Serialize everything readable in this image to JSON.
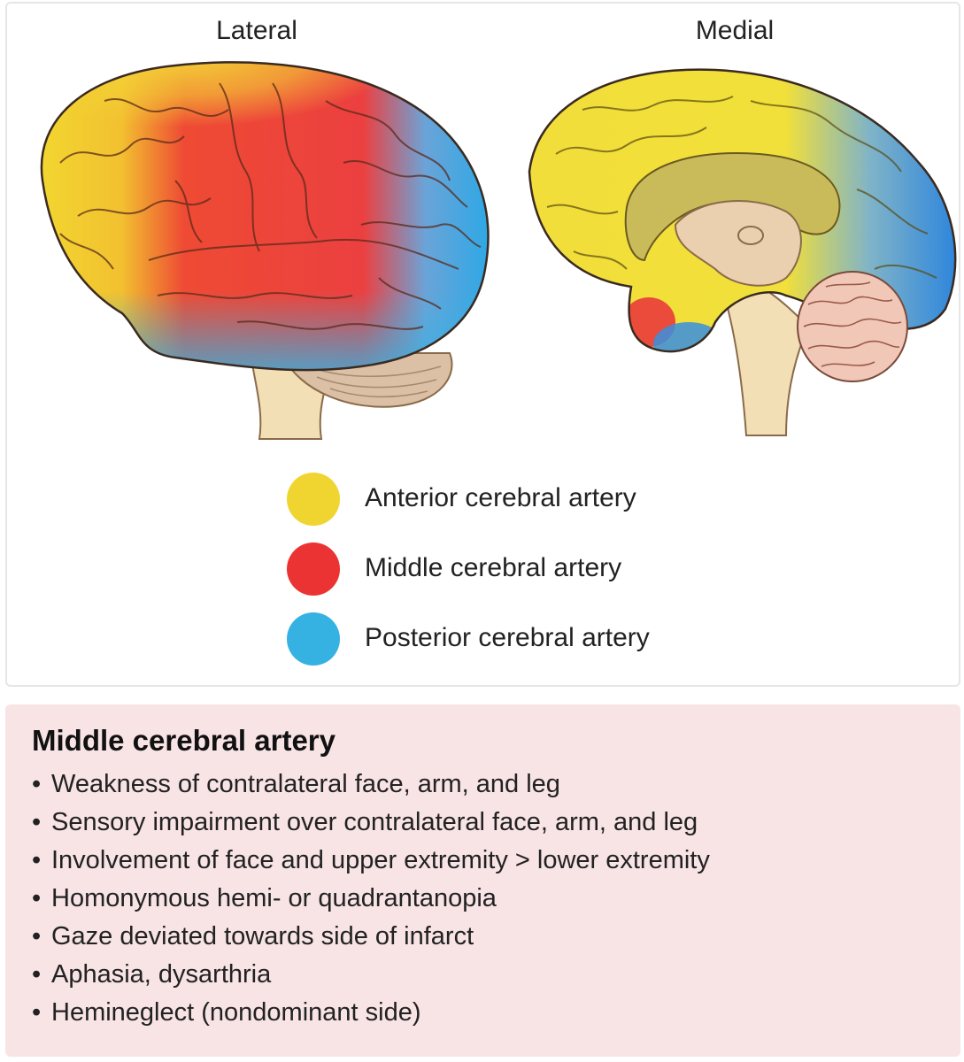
{
  "views": {
    "lateral_label": "Lateral",
    "medial_label": "Medial"
  },
  "colors": {
    "anterior": "#f0d530",
    "middle": "#eb3333",
    "posterior": "#35b2e2",
    "brainstem": "#f3dfb6",
    "cerebellum": "#dbc0a5",
    "outline": "#3a2a20",
    "info_bg": "#f8e3e5"
  },
  "legend": {
    "items": [
      {
        "label": "Anterior cerebral artery",
        "color": "#f0d530"
      },
      {
        "label": "Middle cerebral artery",
        "color": "#eb3333"
      },
      {
        "label": "Posterior cerebral artery",
        "color": "#35b2e2"
      }
    ]
  },
  "info": {
    "title": "Middle cerebral artery",
    "bullet_glyph": "•",
    "items": [
      "Weakness of contralateral face, arm, and leg",
      "Sensory impairment over contralateral face, arm, and leg",
      "Involvement of face and upper extremity > lower extremity",
      "Homonymous hemi- or quadrantanopia",
      "Gaze deviated towards side of infarct",
      "Aphasia, dysarthria",
      "Hemineglect (nondominant side)"
    ]
  }
}
